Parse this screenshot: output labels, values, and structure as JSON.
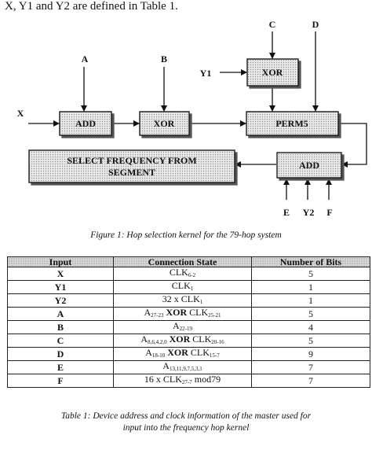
{
  "intro": "X, Y1 and Y2 are defined in Table 1.",
  "diagram": {
    "boxes": {
      "add1": "ADD",
      "xor1": "XOR",
      "xor2": "XOR",
      "perm5": "PERM5",
      "add2": "ADD",
      "select_line1": "SELECT FREQUENCY FROM",
      "select_line2": "SEGMENT"
    },
    "inputs": {
      "x": "X",
      "a": "A",
      "b": "B",
      "y1": "Y1",
      "c": "C",
      "d": "D",
      "e": "E",
      "y2": "Y2",
      "f": "F"
    }
  },
  "figure_caption": "Figure 1: Hop selection kernel for the 79-hop system",
  "table": {
    "headers": [
      "Input",
      "Connection State",
      "Number of Bits"
    ],
    "rows": [
      {
        "input": "X",
        "state": [
          {
            "t": "CLK"
          },
          {
            "t": "6-2",
            "sub": true
          }
        ],
        "bits": "5"
      },
      {
        "input": "Y1",
        "state": [
          {
            "t": "CLK"
          },
          {
            "t": "1",
            "sub": true
          }
        ],
        "bits": "1"
      },
      {
        "input": "Y2",
        "state": [
          {
            "t": "32 x CLK"
          },
          {
            "t": "1",
            "sub": true
          }
        ],
        "bits": "1"
      },
      {
        "input": "A",
        "state": [
          {
            "t": "A"
          },
          {
            "t": "27-23",
            "sub": true
          },
          {
            "t": " XOR ",
            "bold": true
          },
          {
            "t": "CLK"
          },
          {
            "t": "25-21",
            "sub": true
          }
        ],
        "bits": "5"
      },
      {
        "input": "B",
        "state": [
          {
            "t": "A"
          },
          {
            "t": "22-19",
            "sub": true
          }
        ],
        "bits": "4"
      },
      {
        "input": "C",
        "state": [
          {
            "t": "A"
          },
          {
            "t": "8,6,4,2,0",
            "sub": true
          },
          {
            "t": " XOR ",
            "bold": true
          },
          {
            "t": "CLK"
          },
          {
            "t": "20-16",
            "sub": true
          }
        ],
        "bits": "5"
      },
      {
        "input": "D",
        "state": [
          {
            "t": "A"
          },
          {
            "t": "18-10",
            "sub": true
          },
          {
            "t": " XOR ",
            "bold": true
          },
          {
            "t": "CLK"
          },
          {
            "t": "15-7",
            "sub": true
          }
        ],
        "bits": "9"
      },
      {
        "input": "E",
        "state": [
          {
            "t": "A"
          },
          {
            "t": "13,11,9,7,5,3,1",
            "sub": true
          }
        ],
        "bits": "7"
      },
      {
        "input": "F",
        "state": [
          {
            "t": "16 x CLK"
          },
          {
            "t": "27-7",
            "sub": true
          },
          {
            "t": " mod79"
          }
        ],
        "bits": "7"
      }
    ]
  },
  "table_caption_line1": "Table 1: Device address and clock information of the master used for",
  "table_caption_line2": "input into the frequency hop kernel"
}
